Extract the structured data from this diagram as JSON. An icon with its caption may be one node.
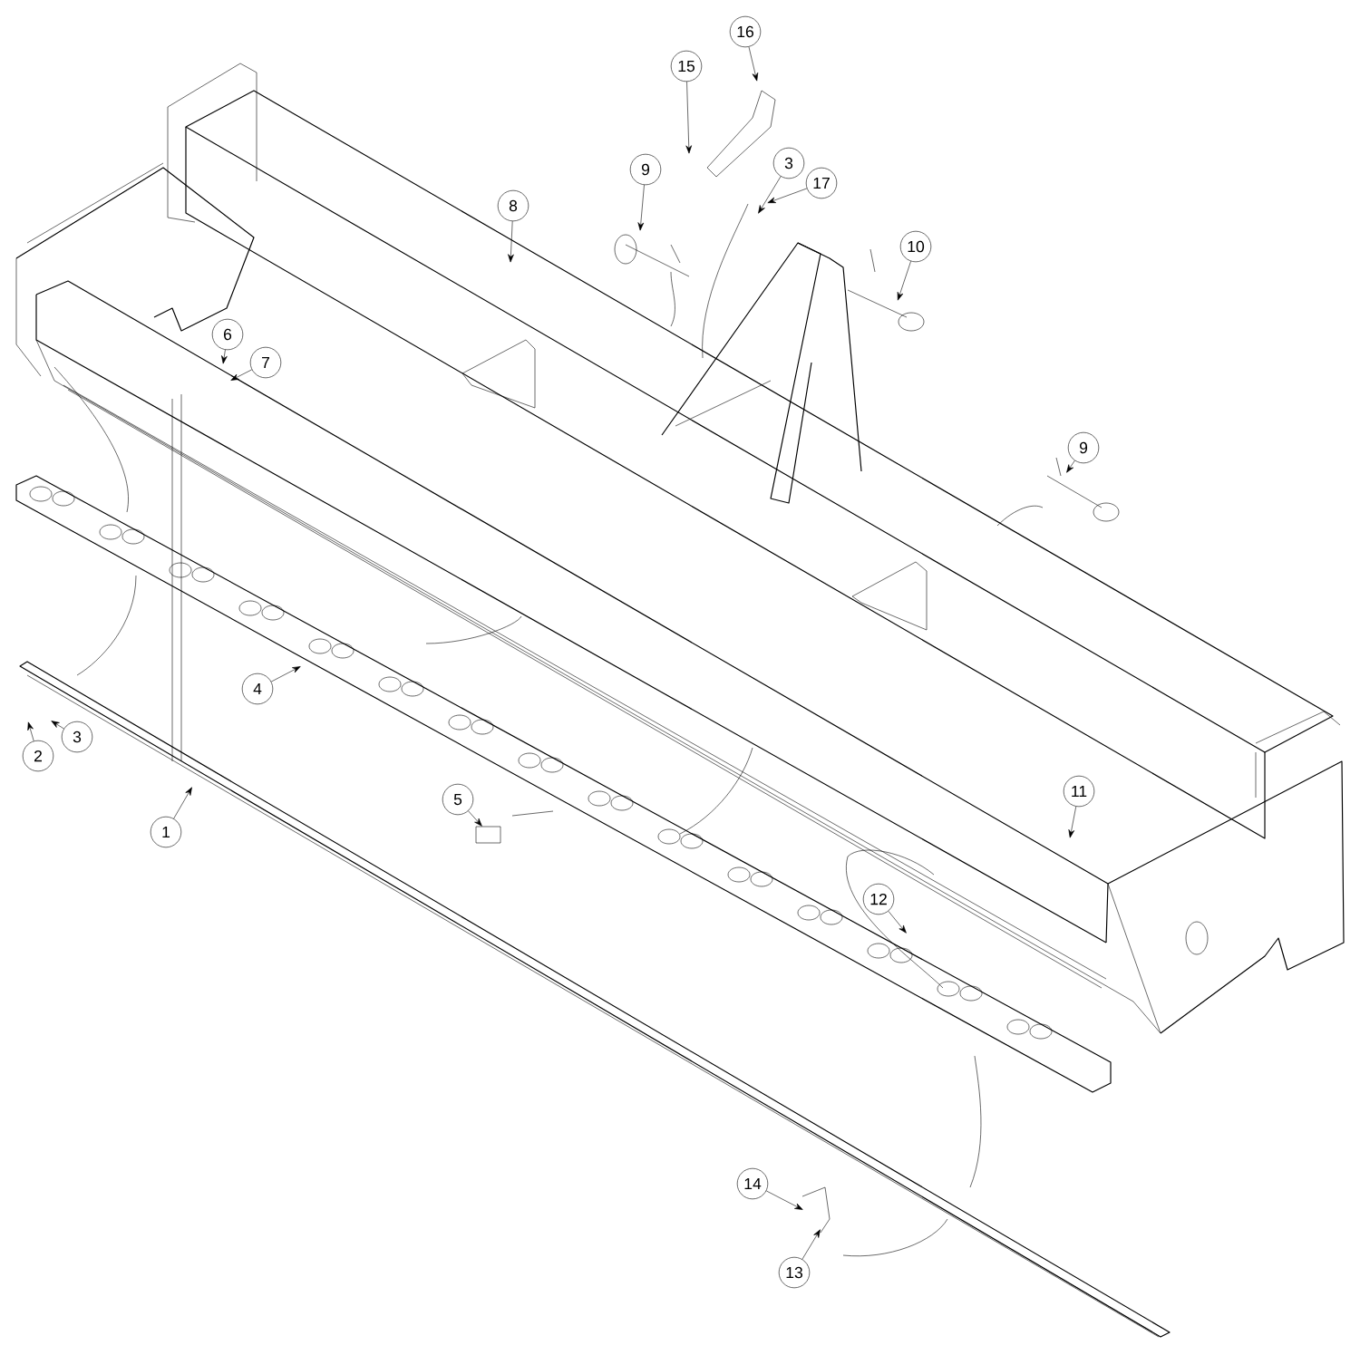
{
  "diagram": {
    "nodes": [
      {
        "text": [
          "16"
        ]
      },
      {
        "text": [
          "15"
        ]
      },
      {
        "text": [
          "9"
        ]
      },
      {
        "text": [
          "3"
        ]
      },
      {
        "text": [
          "17"
        ]
      },
      {
        "text": [
          "8"
        ]
      },
      {
        "text": [
          "10"
        ]
      },
      {
        "text": [
          "6"
        ]
      },
      {
        "text": [
          "7"
        ]
      },
      {
        "text": [
          "9"
        ]
      },
      {
        "text": [
          "4"
        ]
      },
      {
        "text": [
          "2"
        ]
      },
      {
        "text": [
          "3"
        ]
      },
      {
        "text": [
          "1"
        ]
      },
      {
        "text": [
          "5"
        ]
      },
      {
        "text": [
          "11"
        ]
      },
      {
        "text": [
          "12"
        ]
      },
      {
        "text": [
          "14"
        ]
      },
      {
        "text": [
          "13"
        ]
      }
    ],
    "edges": [
      {
        "from": 0,
        "to": null,
        "arrow": "to"
      },
      {
        "from": 1,
        "to": null,
        "arrow": "to"
      },
      {
        "from": 2,
        "to": null,
        "arrow": "to"
      },
      {
        "from": 3,
        "to": null,
        "arrow": "to"
      },
      {
        "from": 4,
        "to": null,
        "arrow": "to"
      },
      {
        "from": 5,
        "to": null,
        "arrow": "to"
      },
      {
        "from": 6,
        "to": null,
        "arrow": "to"
      },
      {
        "from": 7,
        "to": null,
        "arrow": "to"
      },
      {
        "from": 8,
        "to": null,
        "arrow": "to"
      },
      {
        "from": 9,
        "to": null,
        "arrow": "to"
      },
      {
        "from": 10,
        "to": null,
        "arrow": "to"
      },
      {
        "from": 11,
        "to": null,
        "arrow": "to"
      },
      {
        "from": 12,
        "to": null,
        "arrow": "to"
      },
      {
        "from": 13,
        "to": null,
        "arrow": "to"
      },
      {
        "from": 14,
        "to": null,
        "arrow": "to"
      },
      {
        "from": 15,
        "to": null,
        "arrow": "to"
      },
      {
        "from": 16,
        "to": null,
        "arrow": "to"
      },
      {
        "from": 17,
        "to": null,
        "arrow": "to"
      },
      {
        "from": 18,
        "to": null,
        "arrow": "to"
      }
    ]
  }
}
